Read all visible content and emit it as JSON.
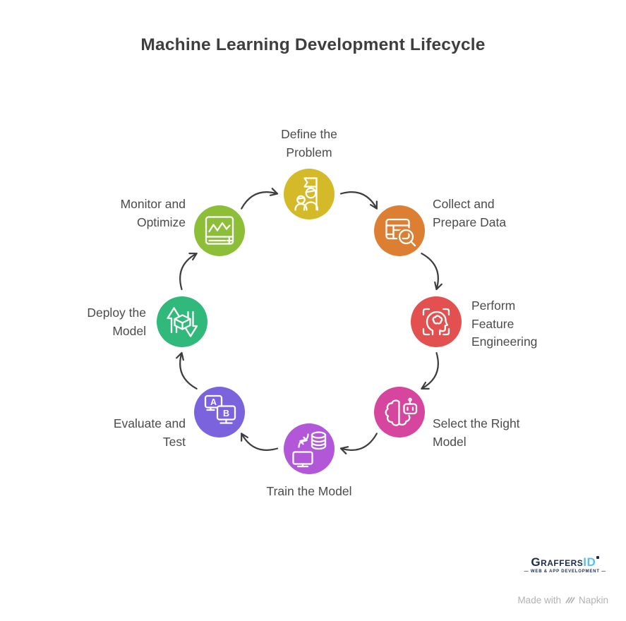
{
  "title": "Machine Learning Development Lifecycle",
  "diagram": {
    "arrow_color": "#3d3d3d",
    "nodes": [
      {
        "id": "define-the-problem",
        "label": "Define the\nProblem",
        "color": "#d4ba29",
        "icon": "goal-flag-icon"
      },
      {
        "id": "collect-and-prepare-data",
        "label": "Collect and\nPrepare Data",
        "color": "#dd7f33",
        "icon": "data-table-search-icon"
      },
      {
        "id": "perform-feature-engineering",
        "label": "Perform\nFeature\nEngineering",
        "color": "#e25150",
        "icon": "head-focus-icon"
      },
      {
        "id": "select-the-right-model",
        "label": "Select the Right\nModel",
        "color": "#d6459e",
        "icon": "brain-robot-icon"
      },
      {
        "id": "train-the-model",
        "label": "Train the Model",
        "color": "#b257d8",
        "icon": "computer-database-sync-icon"
      },
      {
        "id": "evaluate-and-test",
        "label": "Evaluate and\nTest",
        "color": "#7b63dd",
        "icon": "ab-test-monitors-icon"
      },
      {
        "id": "deploy-the-model",
        "label": "Deploy the\nModel",
        "color": "#30b97a",
        "icon": "deploy-cube-arrows-icon"
      },
      {
        "id": "monitor-and-optimize",
        "label": "Monitor and\nOptimize",
        "color": "#8cbe37",
        "icon": "monitoring-chart-icon"
      }
    ],
    "arrows": [
      {
        "from": "define-the-problem",
        "to": "collect-and-prepare-data"
      },
      {
        "from": "collect-and-prepare-data",
        "to": "perform-feature-engineering"
      },
      {
        "from": "perform-feature-engineering",
        "to": "select-the-right-model"
      },
      {
        "from": "select-the-right-model",
        "to": "train-the-model"
      },
      {
        "from": "train-the-model",
        "to": "evaluate-and-test"
      },
      {
        "from": "evaluate-and-test",
        "to": "deploy-the-model"
      },
      {
        "from": "deploy-the-model",
        "to": "monitor-and-optimize"
      },
      {
        "from": "monitor-and-optimize",
        "to": "define-the-problem"
      }
    ]
  },
  "footer": {
    "logo": {
      "brand": "Graffers",
      "brand_suffix": "ID",
      "tagline": "— WEB & APP DEVELOPMENT —"
    },
    "credit": {
      "prefix": "Made with",
      "brand": "Napkin"
    }
  }
}
